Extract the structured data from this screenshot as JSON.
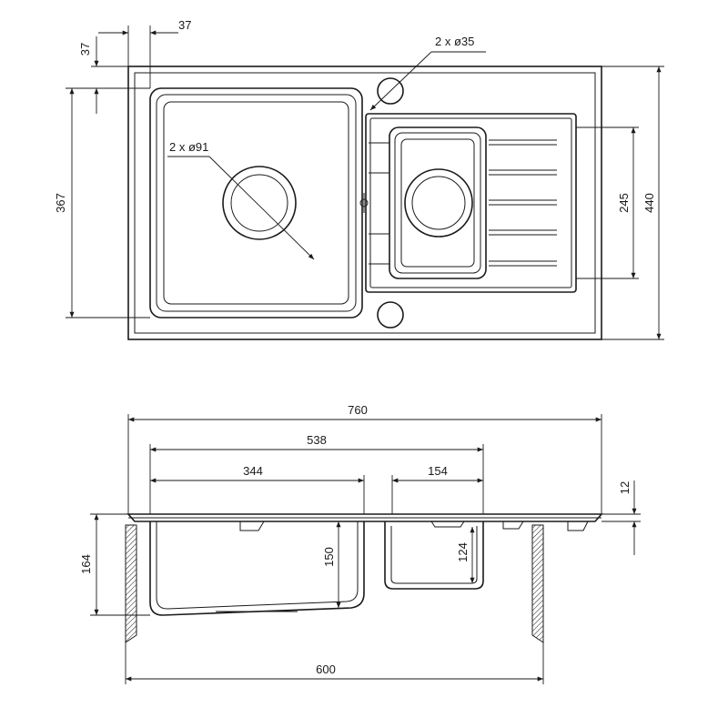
{
  "top_view": {
    "tap_holes_label": "2 x ø35",
    "drain_label": "2 x ø91",
    "dim_37_a": "37",
    "dim_37_b": "37",
    "dim_367": "367",
    "dim_245": "245",
    "dim_440": "440"
  },
  "section_view": {
    "dim_760": "760",
    "dim_538": "538",
    "dim_344": "344",
    "dim_154": "154",
    "dim_12": "12",
    "dim_164": "164",
    "dim_150": "150",
    "dim_124": "124",
    "dim_600": "600"
  }
}
